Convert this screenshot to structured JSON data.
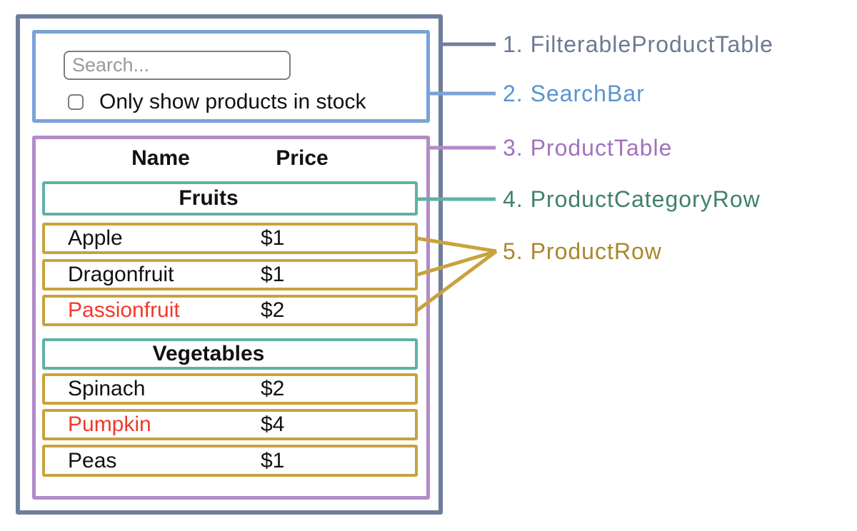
{
  "colors": {
    "filterable_product_table": "#6e7e9a",
    "search_bar": "#79a2d8",
    "product_table": "#b28bc8",
    "product_category_row": "#5fb2a1",
    "product_row": "#c8a23c",
    "out_of_stock_text": "#f2382b",
    "text": "#111111",
    "input_border": "#7c7c7c",
    "placeholder": "#9a9a9a"
  },
  "search_bar": {
    "placeholder": "Search...",
    "checkbox_label": "Only show products in stock"
  },
  "product_table": {
    "name_header": "Name",
    "price_header": "Price",
    "sections": [
      {
        "category": "Fruits",
        "rows": [
          {
            "name": "Apple",
            "price": "$1",
            "name_color": "#111111"
          },
          {
            "name": "Dragonfruit",
            "price": "$1",
            "name_color": "#111111"
          },
          {
            "name": "Passionfruit",
            "price": "$2",
            "name_color": "#f2382b"
          }
        ]
      },
      {
        "category": "Vegetables",
        "rows": [
          {
            "name": "Spinach",
            "price": "$2",
            "name_color": "#111111"
          },
          {
            "name": "Pumpkin",
            "price": "$4",
            "name_color": "#f2382b"
          },
          {
            "name": "Peas",
            "price": "$1",
            "name_color": "#111111"
          }
        ]
      }
    ]
  },
  "legend": {
    "items": [
      {
        "text": "1. FilterableProductTable",
        "color": "#6b7a94"
      },
      {
        "text": "2. SearchBar",
        "color": "#5d93d1"
      },
      {
        "text": "3. ProductTable",
        "color": "#a273bd"
      },
      {
        "text": "4. ProductCategoryRow",
        "color": "#41806f"
      },
      {
        "text": "5. ProductRow",
        "color": "#a9872c"
      }
    ]
  }
}
